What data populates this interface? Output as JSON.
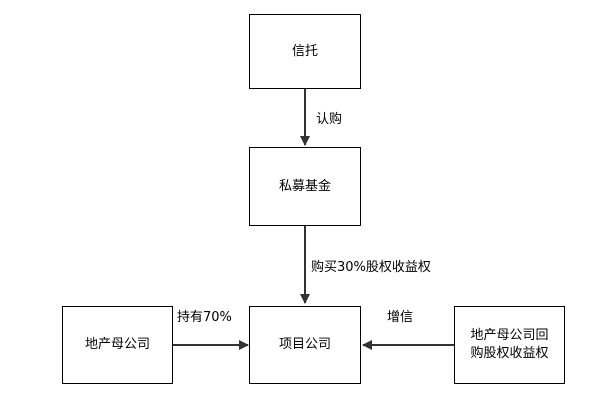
{
  "diagram": {
    "nodes": {
      "trust": {
        "label": "信托"
      },
      "pe_fund": {
        "label": "私募基金"
      },
      "project_company": {
        "label": "项目公司"
      },
      "parent_company": {
        "label": "地产母公司"
      },
      "buyback": {
        "line1": "地产母公司回",
        "line2": "购股权收益权"
      }
    },
    "edges": {
      "trust_to_fund": {
        "label": "认购"
      },
      "fund_to_project": {
        "label": "购买30%股权收益权"
      },
      "parent_to_project": {
        "label": "持有70%"
      },
      "buyback_to_project": {
        "label": "增信"
      }
    },
    "colors": {
      "stroke": "#000000",
      "arrow": "#333333",
      "text": "#000000",
      "background": "#ffffff"
    }
  }
}
